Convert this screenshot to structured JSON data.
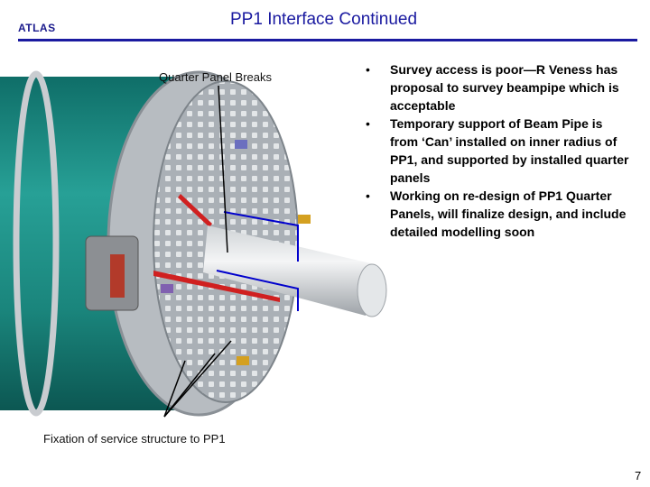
{
  "header": {
    "logo_text": "ATLAS",
    "title": "PP1 Interface Continued"
  },
  "figure": {
    "label_top": "Quarter Panel Breaks",
    "label_bottom": "Fixation of service structure to PP1"
  },
  "bullets": [
    "Survey access is poor—R Veness has proposal to survey beampipe which is acceptable",
    "Temporary support of Beam Pipe is from ‘Can’ installed on inner radius of PP1, and supported by installed quarter panels",
    "Working on re-design of PP1 Quarter Panels, will finalize design, and include detailed modelling soon"
  ],
  "footer": {
    "page_number": "7"
  },
  "colors": {
    "title": "#1a1aa0",
    "cylinder": "#1e8f86",
    "panel": "#a6acb3",
    "callout_lines": "#0000cc"
  }
}
